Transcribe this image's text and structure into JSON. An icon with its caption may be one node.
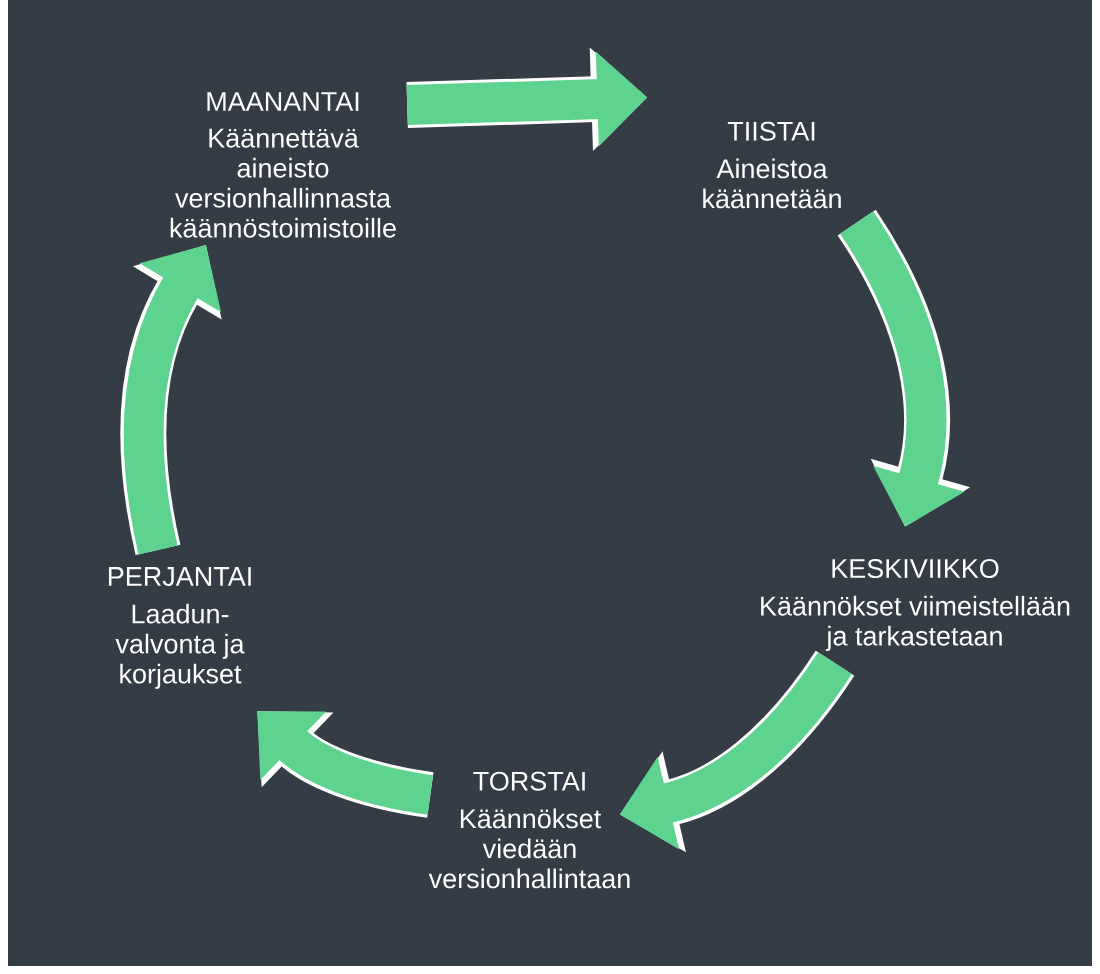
{
  "diagram": {
    "nodes": [
      {
        "text": [
          "MAANANTAI",
          "Käännettävä aineisto versionhallinnasta käännöstoimistoille"
        ]
      },
      {
        "text": [
          "TIISTAI",
          "Aineistoa käännetään"
        ]
      },
      {
        "text": [
          "KESKIVIIKKO",
          "Käännökset viimeistellään ja tarkastetaan"
        ]
      },
      {
        "text": [
          "TORSTAI",
          "Käännökset viedään versionhallintaan"
        ]
      },
      {
        "text": [
          "PERJANTAI",
          "Laadun- valvonta ja korjaukset"
        ]
      }
    ],
    "edges": [
      {
        "from": 0,
        "to": 1,
        "arrow": "to"
      },
      {
        "from": 1,
        "to": 2,
        "arrow": "to"
      },
      {
        "from": 2,
        "to": 3,
        "arrow": "to"
      },
      {
        "from": 3,
        "to": 4,
        "arrow": "to"
      },
      {
        "from": 4,
        "to": 0,
        "arrow": "to"
      }
    ]
  }
}
